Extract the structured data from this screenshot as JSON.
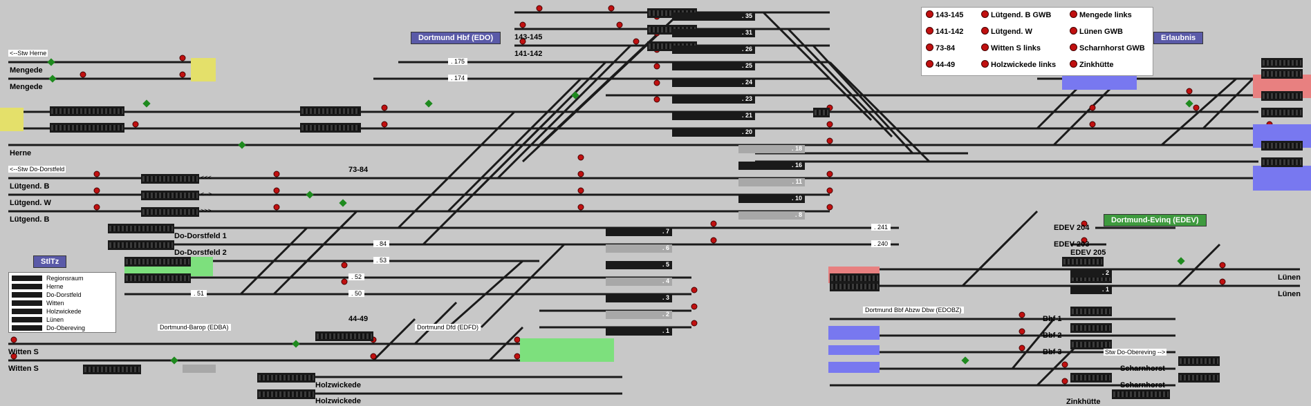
{
  "headers": {
    "hbf": "Dortmund Hbf (EDO)",
    "erlaubnis": "Erlaubnis",
    "evinc": "Dortmund-Evinq (EDEV)",
    "stltz": "StlTz",
    "baroplbl": "Dortmund-Barop (EDBA)",
    "dfd": "Dortmund Dfd (EDFD)",
    "dbzlbl": "Dortmund Bbf Abzw Dbw (EDOBZ)"
  },
  "legend": {
    "items": [
      "143-145",
      "Lütgend. B GWB",
      "Mengede links",
      "141-142",
      "Lütgend. W",
      "Lünen GWB",
      "73-84",
      "Witten S links",
      "Scharnhorst GWB",
      "44-49",
      "Holzwickede links",
      "Zinkhütte"
    ]
  },
  "key": {
    "items": [
      "Regionsraum",
      "Herne",
      "Do-Dorstfeld",
      "Witten",
      "Holzwickede",
      "Lünen",
      "Do-Obereving"
    ]
  },
  "labels": {
    "stw_herne": "<--Stw Herne",
    "mengede1": "Mengede",
    "mengede2": "Mengede",
    "herne": "Herne",
    "stw_dorstfeld": "<--Stw Do-Dorstfeld",
    "lutb1": "Lütgend. B",
    "lutw": "Lütgend. W",
    "lutb2": "Lütgend. B",
    "dodorst1": "Do-Dorstfeld 1",
    "dodorst2": "Do-Dorstfeld 2",
    "l143": "143-145",
    "l141": "141-142",
    "l7384": "73-84",
    "l4449": "44-49",
    "witten1": "Witten S",
    "witten2": "Witten S",
    "holz1": "Holzwickede",
    "holz2": "Holzwickede",
    "edev204": "EDEV 204",
    "edev203": "EDEV 203",
    "edev205": "EDEV 205",
    "lunen1": "Lünen",
    "lunen2": "Lünen",
    "bbf1": "Bbf 1",
    "bbf2": "Bbf 2",
    "bbf3": "Bbf 3",
    "stw_obereving": "Stw Do-Obereving -->",
    "scharn1": "Scharnhorst",
    "scharn2": "Scharnhorst",
    "zink": "Zinkhütte",
    "p175": ". 175",
    "p174": ". 174",
    "p241": ". 241",
    "p240": ". 240",
    "p84": ". 84",
    "p53": ". 53",
    "p52": ". 52",
    "p51": ". 51",
    "p50": ". 50",
    "arrow1": "<<<",
    "arrow2": "<-->",
    "arrow3": ">>>"
  },
  "platforms": [
    ". 35",
    ". 31",
    ". 26",
    ". 25",
    ". 24",
    ". 23",
    ". 21",
    ". 20",
    ". 18",
    ". 16",
    ". 11",
    ". 10",
    ". 8",
    ". 7",
    ". 6",
    ". 5",
    ". 4",
    ". 3",
    ". 2",
    ". 1"
  ],
  "small_platforms": [
    ". 2",
    ". 1"
  ],
  "colors": {
    "background": "#c8c8c8",
    "track": "#1a1a1a",
    "signal_red": "#c01010",
    "signal_green": "#1e8a1e",
    "yellow": "#e4e06a",
    "green_block": "#7de07d",
    "blue_block": "#7878f0",
    "red_block": "#e88080",
    "header_blue": "#5a5aa8",
    "header_green": "#3e9a3e"
  }
}
